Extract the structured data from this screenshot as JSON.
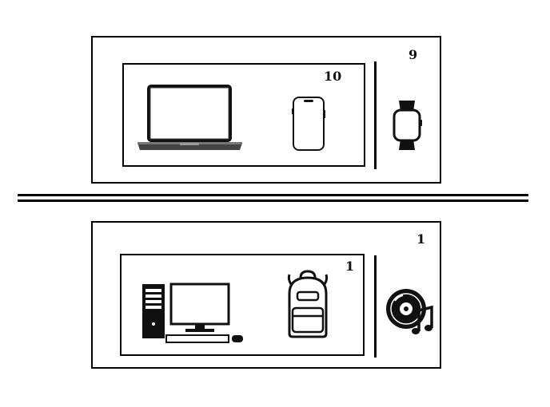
{
  "top_group": {
    "outer_count": "9",
    "inner_count": "10",
    "inner_items": [
      "laptop-icon",
      "smartphone-icon"
    ],
    "outer_item": "smartwatch-icon"
  },
  "bottom_group": {
    "outer_count": "1",
    "inner_count": "1",
    "inner_items": [
      "desktop-computer-icon",
      "backpack-icon"
    ],
    "outer_item": "music-disc-icon"
  },
  "colors": {
    "stroke": "#000000",
    "background": "#ffffff"
  }
}
